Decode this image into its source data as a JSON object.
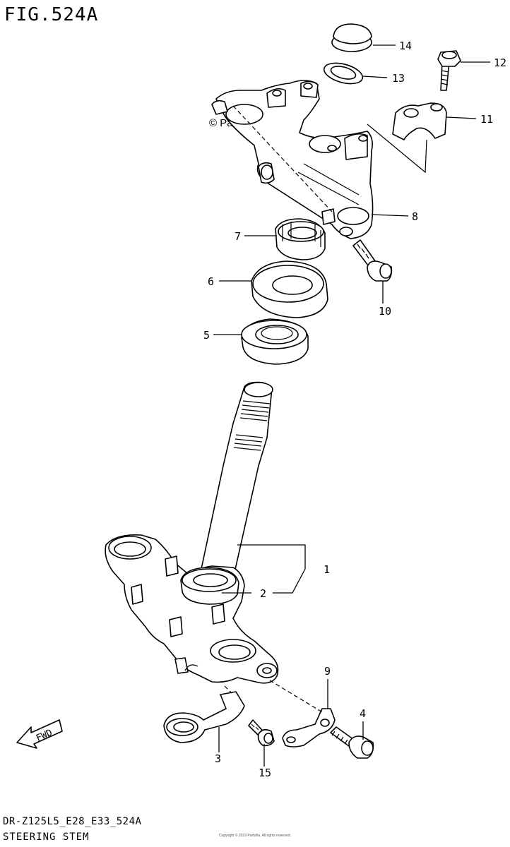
{
  "figure": {
    "title": "FIG.524A",
    "model_code": "DR-Z125L5_E28_E33_524A",
    "section_name": "STEERING STEM",
    "watermark": "© Partzilla.com",
    "fwd_label": "FWD",
    "small_print": "Copyright © 2023 Partzilla. All rights reserved."
  },
  "callouts": [
    {
      "id": "callout-1",
      "label": "1"
    },
    {
      "id": "callout-2",
      "label": "2"
    },
    {
      "id": "callout-3",
      "label": "3"
    },
    {
      "id": "callout-4",
      "label": "4"
    },
    {
      "id": "callout-5",
      "label": "5"
    },
    {
      "id": "callout-6",
      "label": "6"
    },
    {
      "id": "callout-7",
      "label": "7"
    },
    {
      "id": "callout-8",
      "label": "8"
    },
    {
      "id": "callout-9",
      "label": "9"
    },
    {
      "id": "callout-10",
      "label": "10"
    },
    {
      "id": "callout-11",
      "label": "11"
    },
    {
      "id": "callout-12",
      "label": "12"
    },
    {
      "id": "callout-13",
      "label": "13"
    },
    {
      "id": "callout-14",
      "label": "14"
    },
    {
      "id": "callout-15",
      "label": "15"
    }
  ]
}
